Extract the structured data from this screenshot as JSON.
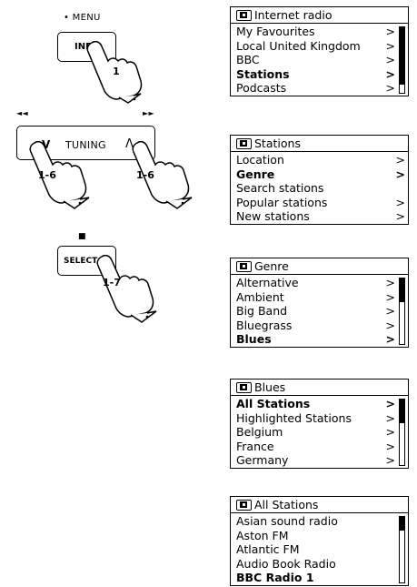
{
  "controls": {
    "menu_label": "• MENU",
    "info_label": "INFO",
    "info_step": "1",
    "prev_icon": "◄◄",
    "next_icon": "►►",
    "tuning_label": "TUNING",
    "tuning_down": "V",
    "tuning_up": "Λ",
    "tuning_step_left": "1-6",
    "tuning_step_right": "1-6",
    "stop_icon": "■",
    "select_label": "SELECT",
    "select_step": "1-7"
  },
  "screens": [
    {
      "title": "Internet radio",
      "scroll": true,
      "thumb": 0.85,
      "rows": [
        {
          "text": "My Favourites",
          "arrow": ">",
          "bold": false
        },
        {
          "text": "Local United Kingdom",
          "arrow": ">",
          "bold": false
        },
        {
          "text": "BBC",
          "arrow": ">",
          "bold": false
        },
        {
          "text": "Stations",
          "arrow": ">",
          "bold": true
        },
        {
          "text": "Podcasts",
          "arrow": ">",
          "bold": false
        }
      ]
    },
    {
      "title": "Stations",
      "scroll": false,
      "rows": [
        {
          "text": "Location",
          "arrow": ">",
          "bold": false
        },
        {
          "text": "Genre",
          "arrow": ">",
          "bold": true
        },
        {
          "text": "Search stations",
          "arrow": "",
          "bold": false
        },
        {
          "text": "Popular stations",
          "arrow": ">",
          "bold": false
        },
        {
          "text": "New stations",
          "arrow": ">",
          "bold": false
        }
      ]
    },
    {
      "title": "Genre",
      "scroll": true,
      "thumb": 0.35,
      "rows": [
        {
          "text": "Alternative",
          "arrow": ">",
          "bold": false
        },
        {
          "text": "Ambient",
          "arrow": ">",
          "bold": false
        },
        {
          "text": "Big Band",
          "arrow": ">",
          "bold": false
        },
        {
          "text": "Bluegrass",
          "arrow": ">",
          "bold": false
        },
        {
          "text": "Blues",
          "arrow": ">",
          "bold": true
        }
      ]
    },
    {
      "title": "Blues",
      "scroll": true,
      "thumb": 0.35,
      "rows": [
        {
          "text": "All Stations",
          "arrow": ">",
          "bold": true
        },
        {
          "text": "Highlighted Stations",
          "arrow": ">",
          "bold": false
        },
        {
          "text": "Belgium",
          "arrow": ">",
          "bold": false
        },
        {
          "text": "France",
          "arrow": ">",
          "bold": false
        },
        {
          "text": "Germany",
          "arrow": ">",
          "bold": false
        }
      ]
    },
    {
      "title": "All Stations",
      "scroll": true,
      "thumb": 0.2,
      "rows": [
        {
          "text": "Asian sound radio",
          "arrow": "",
          "bold": false
        },
        {
          "text": "Aston FM",
          "arrow": "",
          "bold": false
        },
        {
          "text": "Atlantic FM",
          "arrow": "",
          "bold": false
        },
        {
          "text": "Audio Book Radio",
          "arrow": "",
          "bold": false
        },
        {
          "text": "BBC Radio 1",
          "arrow": "",
          "bold": true
        }
      ]
    }
  ]
}
